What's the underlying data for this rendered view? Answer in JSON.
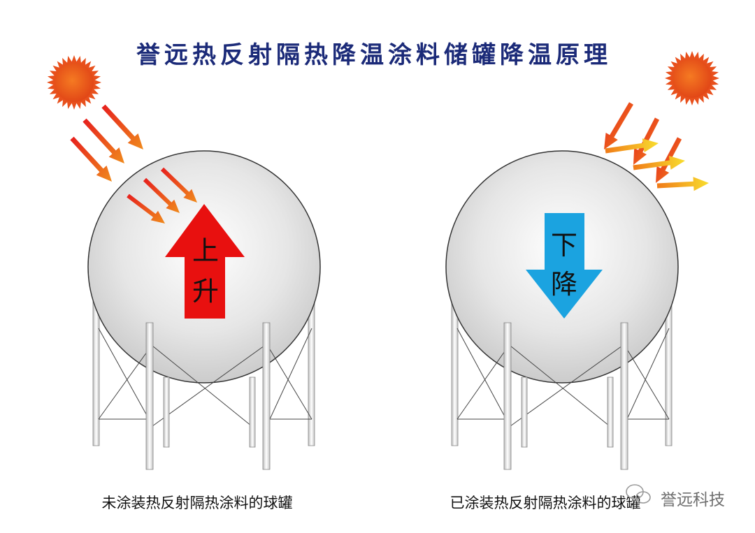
{
  "title": "誉远热反射隔热降温涂料储罐降温原理",
  "left_tank": {
    "arrow_line1": "上",
    "arrow_line2": "升",
    "caption": "未涂装热反射隔热涂料的球罐"
  },
  "right_tank": {
    "arrow_line1": "下",
    "arrow_line2": "降",
    "caption": "已涂装热反射隔热涂料的球罐"
  },
  "watermark": "誉远科技",
  "colors": {
    "title": "#1b2a78",
    "sun": "#e8501c",
    "heat_arrow": "#e8321e",
    "reflected_arrow": "#f5c21a",
    "rise_arrow": "#e8100f",
    "fall_arrow": "#1ba3e0",
    "tank": "#d9d9d9",
    "legs": "#eeeeee"
  },
  "icons": [
    "sun-icon",
    "heat-ray-arrow-icon",
    "reflected-ray-arrow-icon",
    "rise-arrow-icon",
    "fall-arrow-icon",
    "wechat-icon"
  ]
}
